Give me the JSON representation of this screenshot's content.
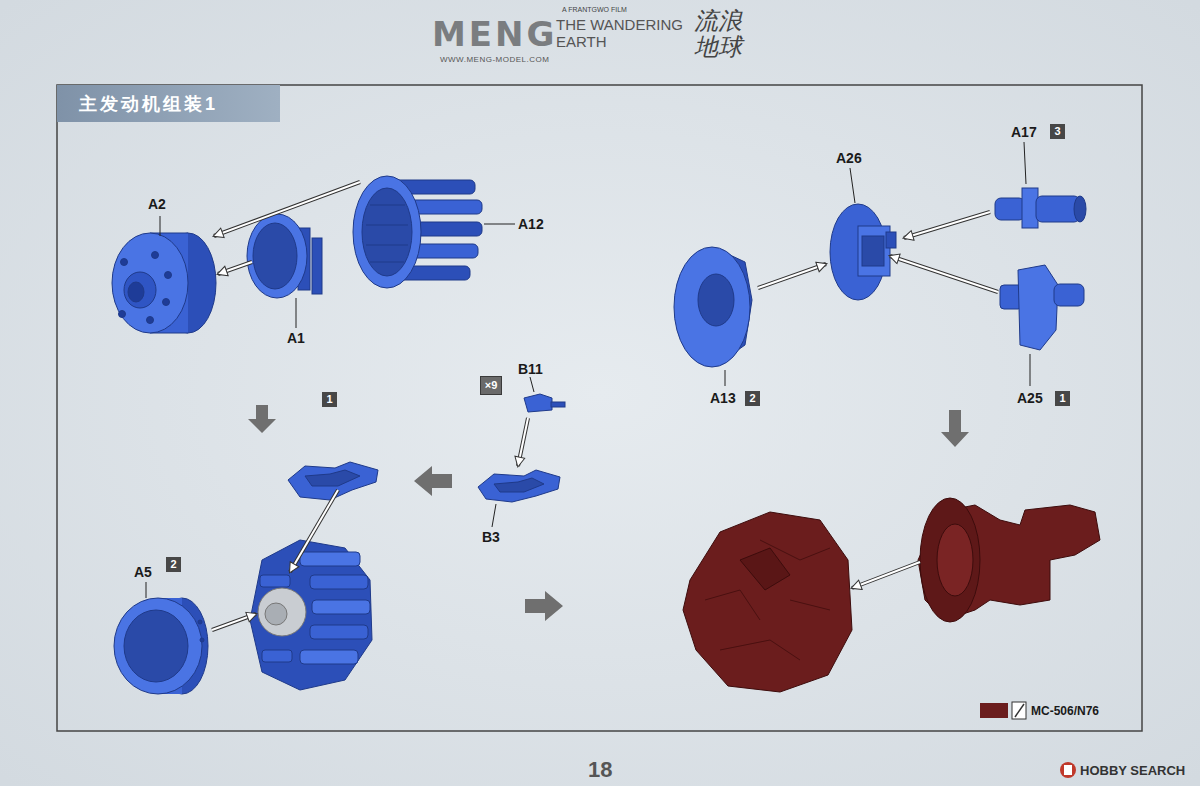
{
  "diagram": {
    "nodes": [
      {
        "text": [
          "主发动机组装1"
        ]
      },
      {
        "text": [
          "3"
        ]
      },
      {
        "text": [
          "1"
        ]
      },
      {
        "text": [
          "×9"
        ]
      },
      {
        "text": [
          "2"
        ]
      },
      {
        "text": [
          "1"
        ]
      },
      {
        "text": [
          "2"
        ]
      }
    ],
    "labels": [
      "MENG",
      "WWW.MENG-MODEL.COM",
      "A FRANTGWO FILM",
      "THE WANDERING EARTH",
      "流浪地球",
      "A2",
      "A12",
      "A1",
      "A17",
      "A26",
      "A13",
      "A25",
      "B11",
      "B3",
      "A5",
      "18",
      "HOBBY SEARCH"
    ],
    "legend": [
      {
        "text": "MC-506/N76",
        "color": "#6b1d1d"
      }
    ]
  }
}
